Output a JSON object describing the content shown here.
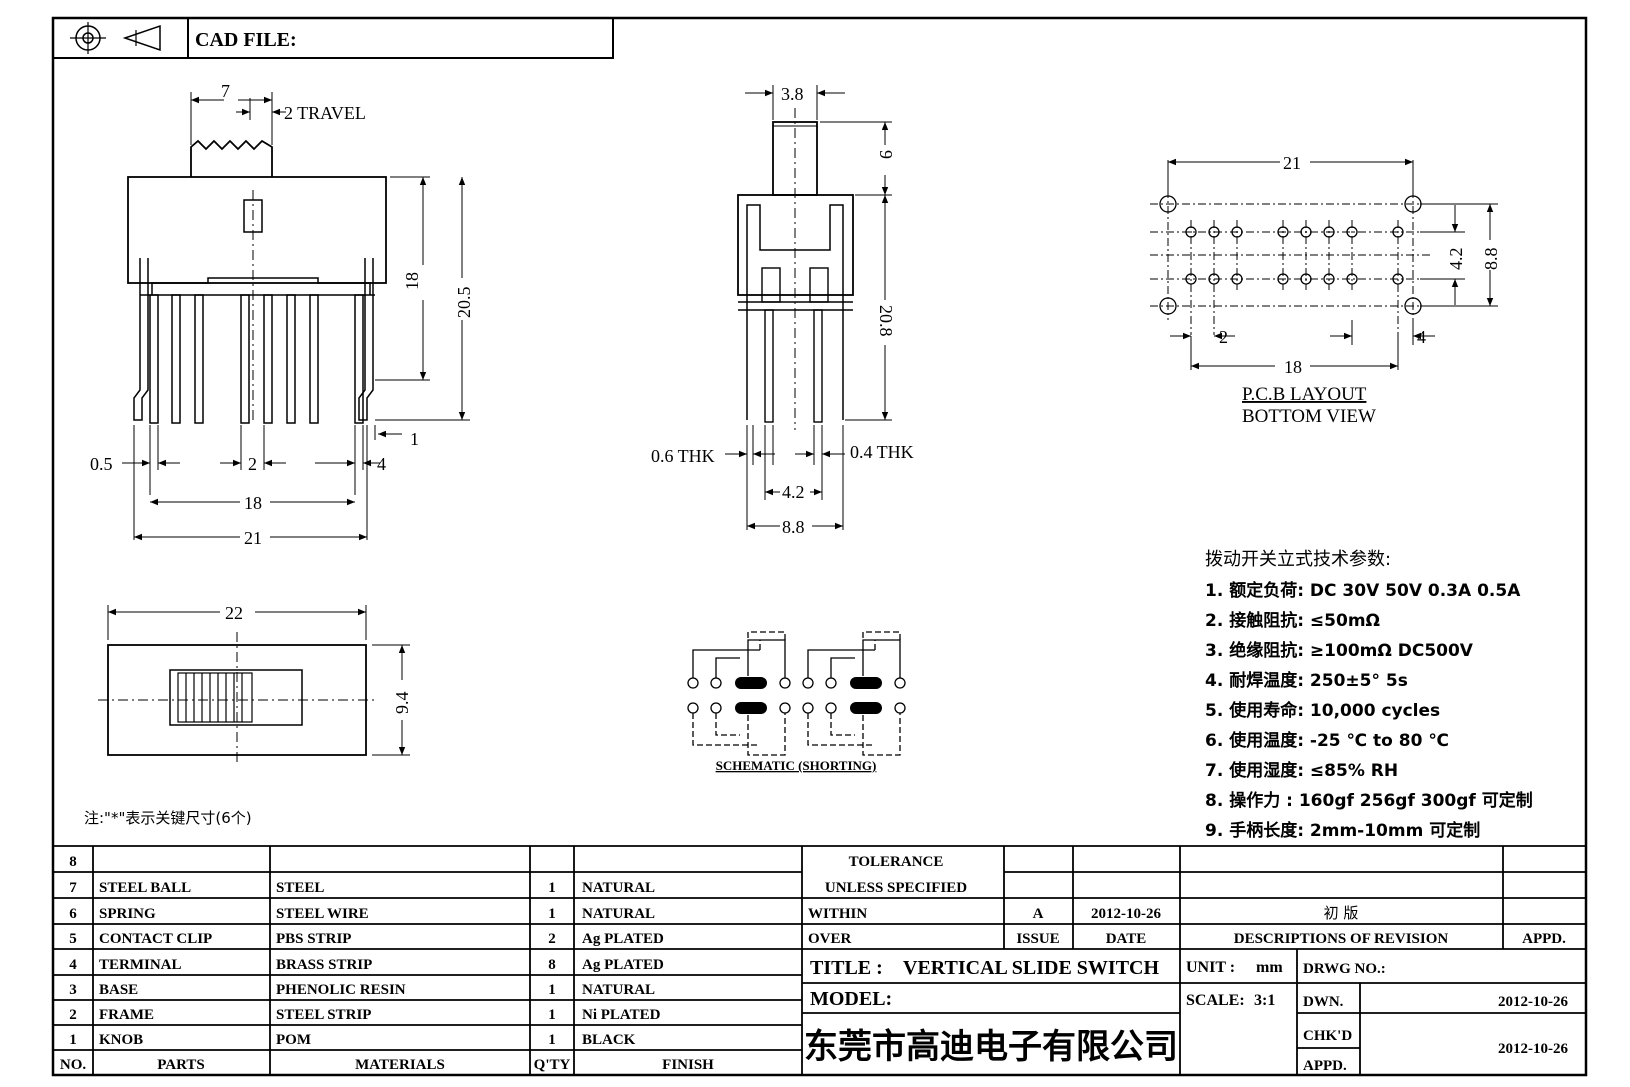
{
  "header": {
    "cad_file_label": "CAD FILE:"
  },
  "front_view": {
    "dim_7": "7",
    "travel": "2 TRAVEL",
    "h18": "18",
    "h20_5": "20.5",
    "d0_5": "0.5",
    "d2": "2",
    "d4": "4",
    "d1": "1",
    "w18": "18",
    "w21": "21"
  },
  "side_view": {
    "d3_8": "3.8",
    "d9": "9",
    "d20_8": "20.8",
    "thk06": "0.6 THK",
    "thk04": "0.4 THK",
    "d4_2": "4.2",
    "d8_8": "8.8"
  },
  "pcb": {
    "d21": "21",
    "d4_2": "4.2",
    "d8_8": "8.8",
    "d2": "2",
    "d4": "4",
    "d18": "18",
    "title": "P.C.B LAYOUT",
    "subtitle": "BOTTOM VIEW"
  },
  "top_view": {
    "d22": "22",
    "d9_4": "9.4"
  },
  "schematic": {
    "label": "SCHEMATIC (SHORTING)"
  },
  "note": "注:\"*\"表示关键尺寸(6个)",
  "specs": {
    "title": "拨动开关立式技术参数:",
    "items": [
      "1.  额定负荷: DC 30V    50V    0.3A    0.5A",
      "2.  接触阻抗: ≤50mΩ",
      "3.  绝缘阻抗: ≥100mΩ   DC500V",
      "4.  耐焊温度: 250±5°  5s",
      "5.  使用寿命: 10,000 cycles",
      "6.  使用温度: -25  ℃  to 80  ℃",
      "7.  使用湿度: ≤85% RH",
      "8.  操作力 : 160gf    256gf    300gf   可定制",
      "9.  手柄长度: 2mm-10mm   可定制"
    ]
  },
  "bom": {
    "rows": [
      {
        "no": "8",
        "part": "",
        "material": "",
        "qty": "",
        "finish": ""
      },
      {
        "no": "7",
        "part": "STEEL BALL",
        "material": "STEEL",
        "qty": "1",
        "finish": "NATURAL"
      },
      {
        "no": "6",
        "part": "SPRING",
        "material": "STEEL WIRE",
        "qty": "1",
        "finish": "NATURAL"
      },
      {
        "no": "5",
        "part": "CONTACT CLIP",
        "material": "PBS STRIP",
        "qty": "2",
        "finish": "Ag PLATED"
      },
      {
        "no": "4",
        "part": "TERMINAL",
        "material": "BRASS STRIP",
        "qty": "8",
        "finish": "Ag PLATED"
      },
      {
        "no": "3",
        "part": "BASE",
        "material": "PHENOLIC RESIN",
        "qty": "1",
        "finish": "NATURAL"
      },
      {
        "no": "2",
        "part": "FRAME",
        "material": "STEEL STRIP",
        "qty": "1",
        "finish": "Ni PLATED"
      },
      {
        "no": "1",
        "part": "KNOB",
        "material": "POM",
        "qty": "1",
        "finish": "BLACK"
      }
    ],
    "headers": {
      "no": "NO.",
      "parts": "PARTS",
      "materials": "MATERIALS",
      "qty": "Q'TY",
      "finish": "FINISH"
    }
  },
  "title_block": {
    "tolerance": "TOLERANCE",
    "unless": "UNLESS   SPECIFIED",
    "within": "WITHIN",
    "over": "OVER",
    "issue_val": "A",
    "date_val": "2012-10-26",
    "rev_desc": "初  版",
    "issue": "ISSUE",
    "date": "DATE",
    "desc_rev": "DESCRIPTIONS  OF  REVISION",
    "appd": "APPD.",
    "title_label": "TITLE :",
    "title_value": "VERTICAL  SLIDE  SWITCH",
    "unit_label": "UNIT :",
    "unit_value": "mm",
    "drwg_no": "DRWG  NO.:",
    "model": "MODEL:",
    "scale_label": "SCALE:",
    "scale_value": "3:1",
    "dwn": "DWN.",
    "dwn_date": "2012-10-26",
    "company": "东莞市高迪电子有限公司",
    "chkd": "CHK'D",
    "appd2": "APPD.",
    "chk_date": "2012-10-26"
  }
}
